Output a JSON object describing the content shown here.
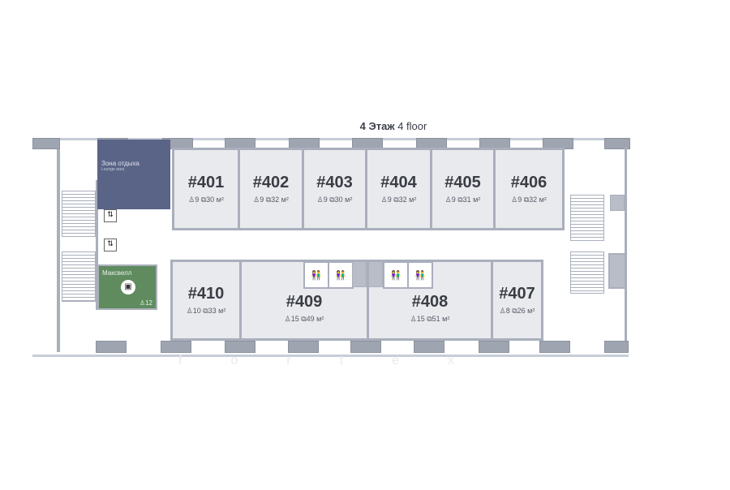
{
  "floor_title": {
    "ru": "4 Этаж",
    "en": "4 floor"
  },
  "lounge": {
    "title": "Зона отдыха",
    "subtitle": "Lounge area"
  },
  "meeting_room": {
    "name": "Максвелл",
    "capacity": "12"
  },
  "rooms_top": [
    {
      "num": "#401",
      "meta": "♙9 ⧉30 м²"
    },
    {
      "num": "#402",
      "meta": "♙9 ⧉32 м²"
    },
    {
      "num": "#403",
      "meta": "♙9 ⧉30 м²"
    },
    {
      "num": "#404",
      "meta": "♙9 ⧉32 м²"
    },
    {
      "num": "#405",
      "meta": "♙9 ⧉31 м²"
    },
    {
      "num": "#406",
      "meta": "♙9 ⧉32 м²"
    }
  ],
  "rooms_bottom": [
    {
      "num": "#410",
      "meta": "♙10 ⧉33 м²"
    },
    {
      "num": "#409",
      "meta": "♙15 ⧉49 м²"
    },
    {
      "num": "#408",
      "meta": "♙15 ⧉51 м²"
    },
    {
      "num": "#407",
      "meta": "♙8 ⧉26 м²"
    }
  ],
  "wc_icon": "👫",
  "watermark": "fortex"
}
